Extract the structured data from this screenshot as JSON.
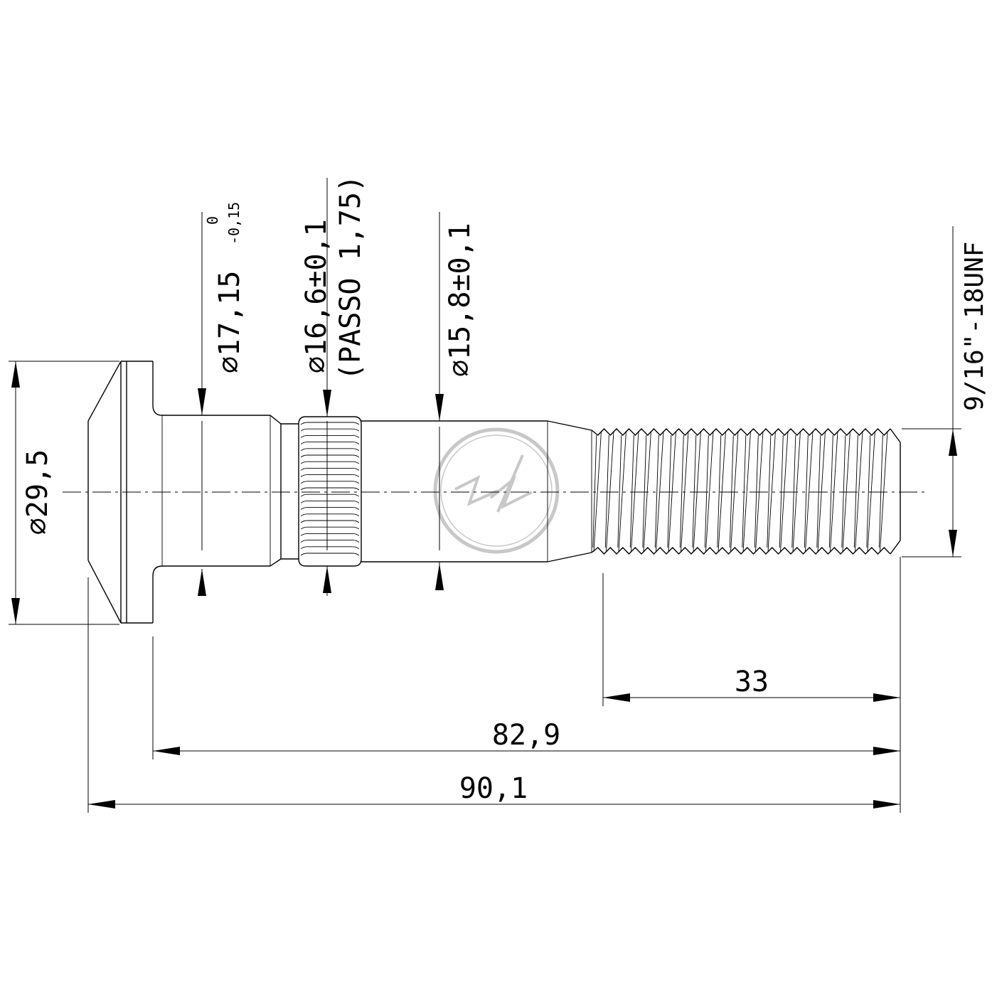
{
  "dimensions": {
    "head_diameter": "⌀29,5",
    "neck_diameter_main": "⌀17,15",
    "neck_tol_upper": "0",
    "neck_tol_lower": "-0,15",
    "knurl_diameter": "⌀16,6±0,1",
    "knurl_pitch": "(PASSO 1,75)",
    "shank_diameter": "⌀15,8±0,1",
    "thread_spec": "9/16\"-18UNF",
    "thread_length": "33",
    "length_under_head": "82,9",
    "overall_length": "90,1"
  },
  "colors": {
    "line": "#000000",
    "background": "#ffffff",
    "watermark": "#c8c8c8"
  }
}
